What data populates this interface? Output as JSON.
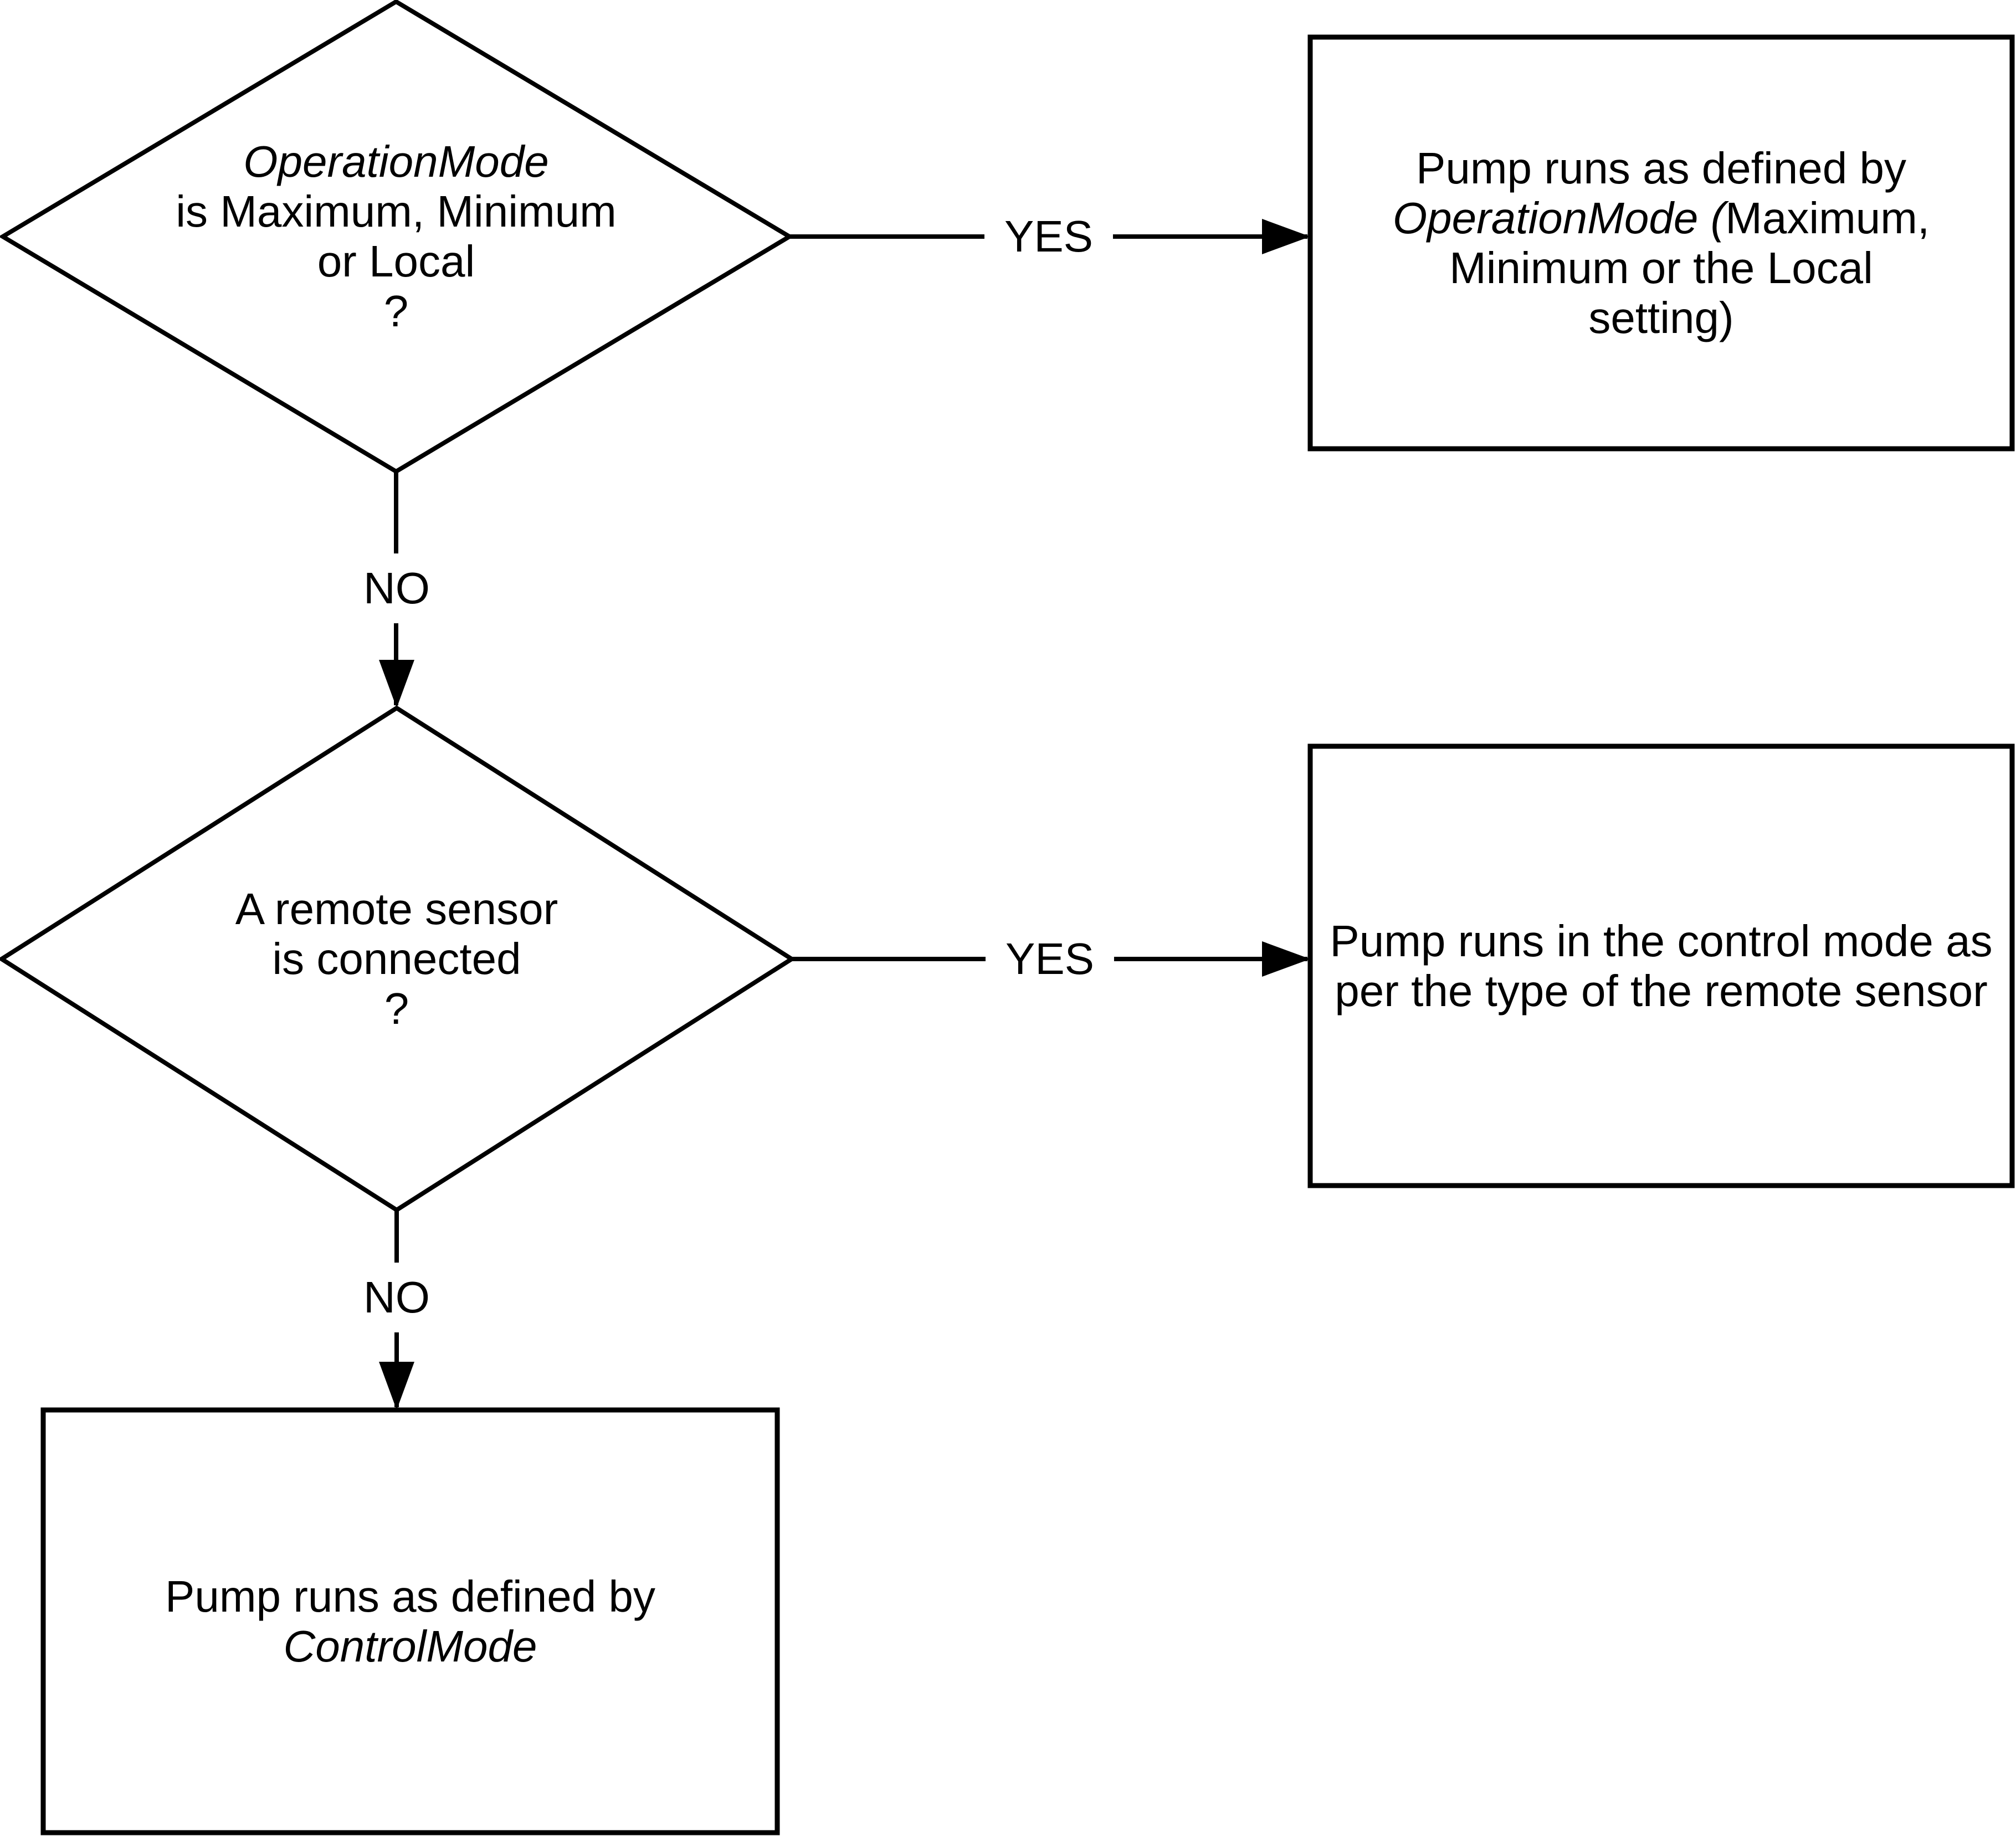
{
  "canvas": {
    "background": "#ffffff",
    "line_color": "#000000",
    "text_color": "#000000"
  },
  "decision1": {
    "line1_italic": "OperationMode",
    "line2": "is Maximum, Minimum",
    "line3": "or Local",
    "line4": "?"
  },
  "process1": {
    "line1": "Pump runs as defined by",
    "line2_italic": "OperationMode (",
    "line2_regular": "Maximum,",
    "line3": "Minimum or the Local",
    "line4": "setting)"
  },
  "decision2": {
    "line1": "A remote sensor",
    "line2": "is connected",
    "line3": "?"
  },
  "process2": {
    "line1": "Pump runs in the control mode as",
    "line2": "per the type of the remote sensor"
  },
  "process3": {
    "line1": "Pump runs as defined by",
    "line2_italic": "ControlMode"
  },
  "edges": {
    "yes1": "YES",
    "no1": "NO",
    "yes2": "YES",
    "no2": "NO"
  }
}
